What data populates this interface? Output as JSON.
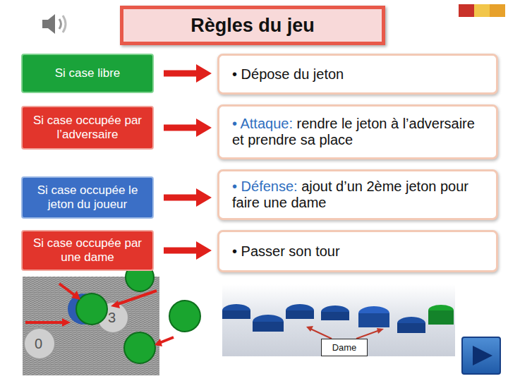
{
  "diagram": {
    "title": "Règles du jeu",
    "nodes": [
      {
        "text": [
          "Si case libre"
        ]
      },
      {
        "text": [
          "• Dépose du jeton"
        ]
      },
      {
        "text": [
          "Si case occupée par l’adversaire"
        ]
      },
      {
        "text": [
          "• Attaque:",
          "rendre le jeton à l’adversaire et prendre sa place"
        ]
      },
      {
        "text": [
          "Si case occupée le jeton du joueur"
        ]
      },
      {
        "text": [
          "• Défense:",
          "ajout d’un 2ème jeton pour faire une dame"
        ]
      },
      {
        "text": [
          "Si case occupée par une dame"
        ]
      },
      {
        "text": [
          "• Passer son tour"
        ]
      },
      {
        "text": [
          "Dame"
        ]
      }
    ],
    "edges": [
      {
        "from": 0,
        "to": 1,
        "arrow": "to"
      },
      {
        "from": 2,
        "to": 3,
        "arrow": "to"
      },
      {
        "from": 4,
        "to": 5,
        "arrow": "to"
      },
      {
        "from": 6,
        "to": 7,
        "arrow": "to"
      }
    ],
    "labels": [
      "0",
      "3"
    ]
  }
}
